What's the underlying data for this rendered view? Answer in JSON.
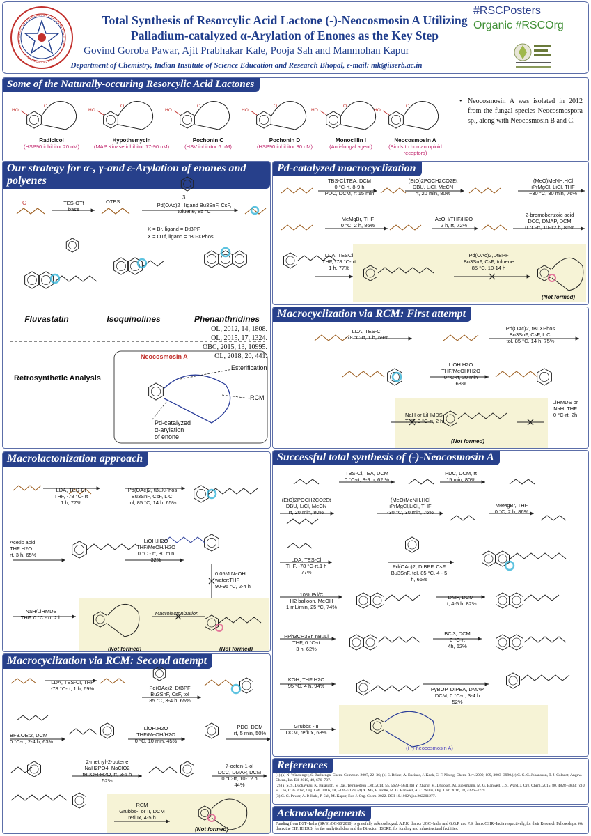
{
  "header": {
    "title_line1": "Total Synthesis of Resorcylic Acid Lactone (-)-Neocosmosin A Utilizing",
    "title_line2": "Palladium-catalyzed α-Arylation of Enones as the Key Step",
    "authors": "Govind Goroba Pawar, Ajit Prabhakar Kale, Pooja Sah and Manmohan Kapur",
    "department": "Department of Chemistry, Indian Institute of Science Education and Research Bhopal, e-mail: mk@iiserb.ac.in",
    "hashtag1": "#RSCPosters",
    "hashtag2": "Organic #RSCOrg",
    "colors": {
      "title": "#1f3d8c",
      "panel_bar": "#27408b",
      "highlight": "#f6f3d6",
      "accent_cyan": "#36b4d8",
      "brown": "#9a5a1a"
    }
  },
  "natural": {
    "title": "Some of the Naturally-occuring Resorcylic Acid Lactones",
    "compounds": [
      {
        "name": "Radicicol",
        "activity": "(HSP90 inhibitor 20 nM)"
      },
      {
        "name": "Hypothemycin",
        "activity": "(MAP Kinase inhibitor 17-90 nM)"
      },
      {
        "name": "Pochonin C",
        "activity": "(HSV inhibitor 6 µM)"
      },
      {
        "name": "Pochonin D",
        "activity": "(HSP90 inhibitor 80 nM)"
      },
      {
        "name": "Monocillin I",
        "activity": "(Anti-fungal agent)"
      },
      {
        "name": "Neocosmosin A",
        "activity": "(Binds to human opioid receptors)"
      }
    ],
    "bullet": "Neocosmosin A was isolated in 2012 from the fungal species Neocosmospora sp., along with Neocosmosin B and C."
  },
  "strategy": {
    "title": "Our strategy for α-, γ-and ε-Arylation of enones and polyenes",
    "step1": "TES-OTf\nbase",
    "step2": "Pd(OAc)2 , ligand Bu3SnF, CsF,\ntoluene, 85 °C",
    "cond1": "X = Br, ligand = DtBPF",
    "cond2": "X = OTf, ligand = tBu-XPhos",
    "targets": [
      "Fluvastatin",
      "Isoquinolines",
      "Phenanthridines"
    ],
    "citations": [
      "OL, 2012, 14, 1808.",
      "OL, 2015, 17, 1324.",
      "OBC, 2015, 13, 10995.",
      "OL, 2018, 20, 441."
    ],
    "retro_label": "Retrosynthetic Analysis",
    "retro_target": "Neocosmosin A",
    "retro_tags": [
      "Esterification",
      "RCM",
      "Pd-catalyzed\nα-arylation\nof enone"
    ]
  },
  "pd_macro": {
    "title": "Pd-catalyzed macrocyclization",
    "steps": [
      "TBS-Cl,TEA, DCM\n0 °C-rt, 8-9 h\nPDC, DCM, rt 15 min",
      "(EtO)2POCH2CO2Et\nDBU, LiCl, MeCN\nrt, 20 min, 80%",
      "(MeO)MeNH.HCl\niPrMgCl, LiCl, THF\n−30 °C, 30 min, 76%",
      "MeMgBr, THF\n0 °C, 2 h, 86%",
      "AcOH/THF/H2O\n2 h, rt, 72%",
      "2-bromobenzoic acid\nDCC, DMAP, DCM\n0 °C-rt, 10-12 h, 86%",
      "LDA, TESCl\nTHF, -78 °C- rt\n1 h, 77%",
      "Pd(OAc)2,DtBPF\nBu3SnF, CsF, toluene\n85 °C, 10-14 h"
    ],
    "not_formed": "(Not formed)"
  },
  "rcm1": {
    "title": "Macrocyclization via RCM: First attempt",
    "steps": [
      "LDA, TES-Cl\n-78 °C-rt, 1 h, 69%",
      "Pd(OAc)2, tBuXPhos\nBu3SnF, CsF, LiCl\ntol, 85 °C, 14 h, 75%",
      "LiOH.H2O\nTHF/MeOH/H2O\n0 °C-rt, 30 min\n68%",
      "NaH or LiHMDS\nTHF, 0 °C-rt, 2 h",
      "LiHMDS or\nNaH, THF\n0 °C-rt, 2h"
    ],
    "not_formed": "(Not formed)"
  },
  "macrolact": {
    "title": "Macrolactonization approach",
    "steps": [
      "LDA, TES-Cl\nTHF, -78 °C- rt\n1 h, 77%",
      "Pd(OAc)2, tBuXPhos\nBu3SnF, CsF, LiCl\ntol, 85 °C, 14 h, 65%",
      "Acetic acid\nTHF:H2O\nrt, 3 h, 65%",
      "LiOH.H2O\nTHF/MeOH/H2O\n0 °C - rt, 30 min\n32%",
      "0.05M NaOH\nwater:THF\n90-95 °C, 2-4 h",
      "NaH/LiHMDS\nTHF, 0 °C - rt, 2 h"
    ],
    "arrow_label": "Macrolactonization",
    "not_formed": "(Not formed)"
  },
  "rcm2": {
    "title": "Macrocyclization via RCM: Second attempt",
    "steps": [
      "LDA, TES-Cl, THF\n-78 °C-rt, 1 h, 69%",
      "Pd(OAc)2, DtBPF\nBu3SnF, CsF, tol\n85 °C, 3-4 h, 65%",
      "BF3.OEt2, DCM\n0 °C-rt, 2-4 h, 63%",
      "LiOH.H2O\nTHF/MeOH/H2O\n0 °C, 10 min, 45%",
      "PDC, DCM\nrt, 5 min, 50%",
      "2-methyl-2-butene\nNaH2PO4, NaClO2\ntBuOH-H2O, rt, 3-5 h\n52%",
      "7-octen-1-ol\nDCC, DMAP, DCM\n0 °C-rt, 10-12 h\n44%",
      "RCM\nGrubbs-I or II, DCM\nreflux, 4-5 h"
    ],
    "not_formed": "(Not formed)"
  },
  "total": {
    "title": "Successful total synthesis of (-)-Neocosmosin A",
    "steps": [
      "TBS-Cl,TEA, DCM\n0 °C-rt, 8-9 h, 62 %",
      "PDC, DCM, rt\n15 min; 80%",
      "(EtO)2POCH2CO2Et\nDBU, LiCl, MeCN\nrt, 20 min, 80%",
      "(MeO)MeNH.HCl\niPrMgCl,LiCl, THF\n-30 °C, 30 min, 76%",
      "MeMgBr, THF\n0 °C, 2 h, 86%",
      "LDA, TES-Cl\nTHF, -78 °C-rt,1 h\n77%",
      "Pd(OAc)2, DtBPF, CsF\nBu3SnF, tol, 85 °C, 4 - 5\nh, 65%",
      "10% Pd/C\nH2 balloon, MeOH\n1 mL/min, 25 °C, 74%",
      "DMP, DCM\nrt, 4-5 h, 82%",
      "PPh3CH3Br, nBuLi\nTHF, 0 °C-rt\n3 h, 62%",
      "BCl3, DCM\n0 °C-rt\n4h, 62%",
      "KOH, THF:H2O\n95 °C, 4 h, 94%",
      "PyBOP, DIPEA, DMAP\nDCM, 0 °C-rt, 3-4 h\n52%",
      "Grubbs - II\nDCM, reflux, 68%"
    ],
    "product_label": "((−)-neocosmosin A)"
  },
  "references": {
    "title": "References",
    "items": [
      "(1) (a) N. Winssinger, S. Barluenga, Chem. Commun. 2007, 22−36; (b) S. Brisse, A. Encinas, J. Keck, C. F. Nising, Chem. Rev. 2009, 109, 3903−3990.(c) C. C. C. Johansson, T. J. Colacot, Angew. Chem., Int. Ed. 2010, 49, 676−707.",
      "(2) (a) S. S. Duchaveau, K. Balasubh, S. Das, Tetrahedron Lett. 2014, 55, 5629−5631;(b) Y. Zhang, M. Dhgosch, M. Jubermann, M. G. Banwell, J. S. Ward, J. Org. Chem. 2015, 80, 4828−4833; (c) J. H. Lee, C. G. Cho, Org. Lett. 2016, 18, 5126−5129; (d) X. Ma, B. Bolte, M. G. Banwell, A. C. Willis, Org. Lett. 2016, 18, 4226−4229.",
      "(3) G. G. Pawar, A. P. Kale, P. Sah, M. Kapur, Eur. J. Org. Chem. 2022. DOI-10.1002/ejoc.202201277."
    ]
  },
  "ack": {
    "title": "Acknowledgements",
    "text": "Funding from DST−India (SR/S1/OC-60/2010) is gratefully acknowledged. A.P.K. thanks UGC−India and G.G.P. and P.S. thank CSIR−India respectively, for their Research Fellowships. We thank the CIF, IISERB, for the analytical data and the Director, IISERB, for funding and infrastructural facilities."
  }
}
